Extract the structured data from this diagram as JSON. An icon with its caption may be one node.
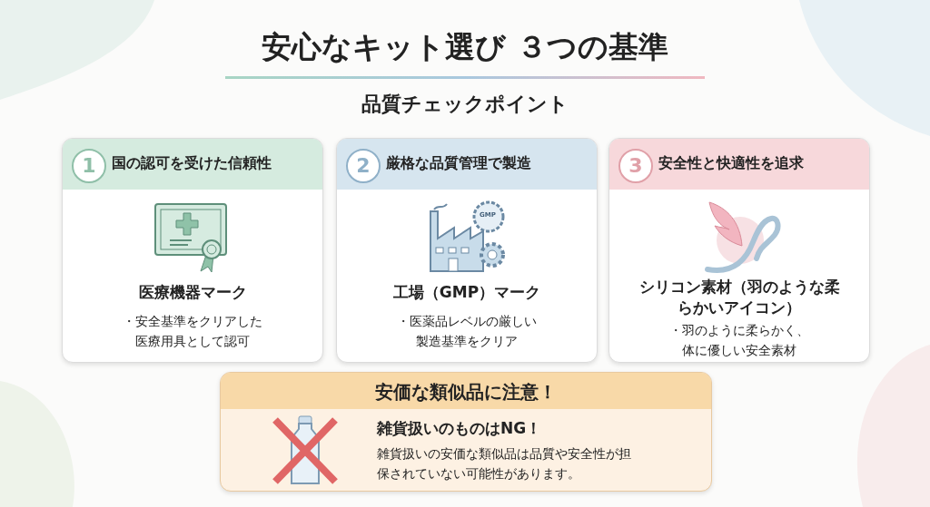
{
  "diagram": {
    "title": "安心なキット選び ３つの基準",
    "nodes": [
      {
        "text": [
          "国の認可を受けた信頼性",
          "医療機器マーク",
          "・安全基準をクリアした医療用具として認可"
        ]
      },
      {
        "text": [
          "1"
        ],
        "in": 0
      },
      {
        "text": [
          "厳格な品質管理で製造",
          "工場（GMP）マーク",
          "・医薬品レベルの厳しい製造基準をクリア"
        ]
      },
      {
        "text": [
          "2"
        ],
        "in": 2
      },
      {
        "text": [
          "安全性と快適性を追求",
          "シリコン素材（羽のような柔らかいアイコン）",
          "・羽のように柔らかく、体に優しい安全素材"
        ]
      },
      {
        "text": [
          "3"
        ],
        "in": 4
      },
      {
        "text": [
          "安価な類似品に注意！",
          "雑貨扱いのものはNG！",
          "雑貨扱いの安価な類似品は品質や安全性が担保されていない可能性があります。"
        ]
      }
    ],
    "edges": [],
    "labels": [
      "品質チェックポイント",
      "GMP"
    ]
  }
}
